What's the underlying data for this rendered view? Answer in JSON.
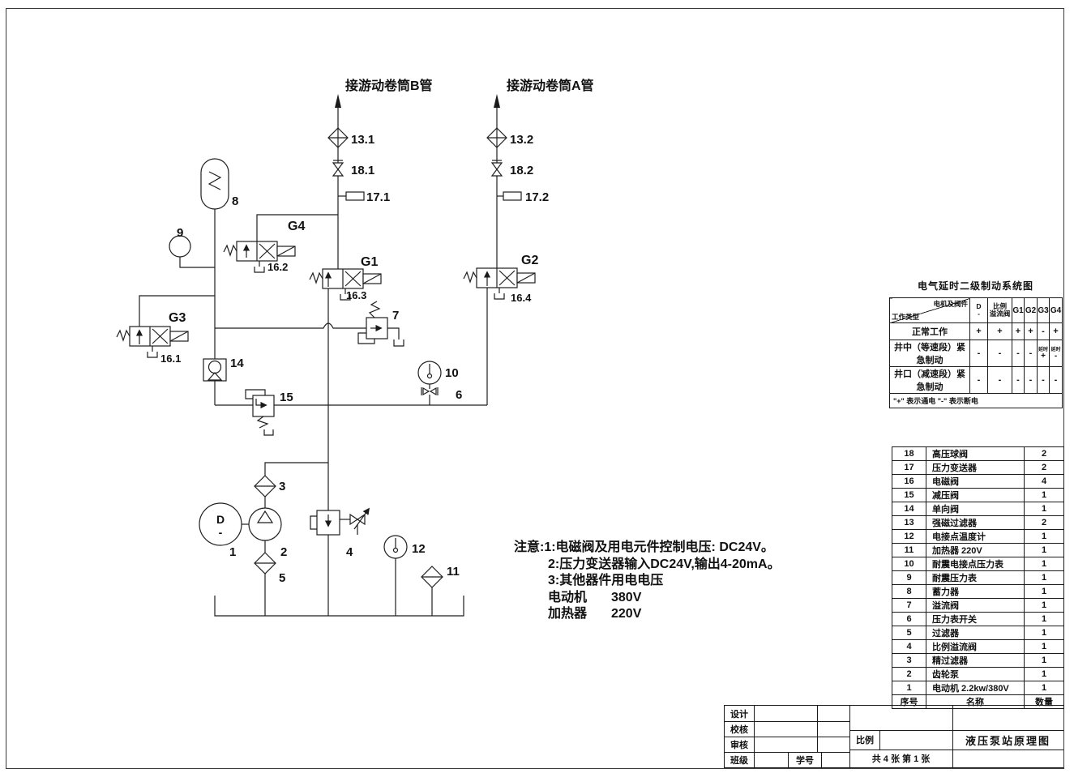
{
  "schematic": {
    "pipe_labels": {
      "b": "接游动卷筒B管",
      "a": "接游动卷筒A管"
    },
    "labels": {
      "f13_1": "13.1",
      "v18_1": "18.1",
      "t17_1": "17.1",
      "f13_2": "13.2",
      "v18_2": "18.2",
      "t17_2": "17.2",
      "g1": "G1",
      "g2": "G2",
      "g3": "G3",
      "g4": "G4",
      "s16_1": "16.1",
      "s16_2": "16.2",
      "s16_3": "16.3",
      "s16_4": "16.4",
      "n1": "1",
      "n2": "2",
      "n3": "3",
      "n4": "4",
      "n5": "5",
      "n6": "6",
      "n7": "7",
      "n8": "8",
      "n9": "9",
      "n10": "10",
      "n11": "11",
      "n12": "12",
      "n14": "14",
      "n15": "15",
      "motor_letter": "D",
      "motor_minus": "-"
    }
  },
  "notes": {
    "line1": "注意:1:电磁阀及用电元件控制电压: DC24V。",
    "line2": "2:压力变送器输入DC24V,输出4-20mA。",
    "line3": "3:其他器件用电电压",
    "motor_label": "电动机",
    "motor_value": "380V",
    "heater_label": "加热器",
    "heater_value": "220V"
  },
  "electric_table": {
    "title": "电气延时二级制动系统图",
    "corner_top": "电机及阀件",
    "corner_bottom": "工作类型",
    "col_headers": [
      "D\n-",
      "比例\n溢流阀",
      "G1",
      "G2",
      "G3",
      "G4"
    ],
    "rows": [
      {
        "label": "正常工作",
        "cells": [
          "+",
          "+",
          "+",
          "+",
          "-",
          "+"
        ]
      },
      {
        "label": "井中（等速段）紧急制动",
        "cells": [
          "-",
          "-",
          "-",
          "-",
          {
            "note": "延时",
            "val": "+"
          },
          {
            "note": "延时",
            "val": "-"
          }
        ]
      },
      {
        "label": "井口（减速段）紧急制动",
        "cells": [
          "-",
          "-",
          "-",
          "-",
          "-",
          "-"
        ]
      }
    ],
    "footer": "\"+\"   表示通电       \"-\"   表示断电"
  },
  "bom": {
    "rows": [
      {
        "no": "18",
        "name": "高压球阀",
        "qty": "2"
      },
      {
        "no": "17",
        "name": "压力变送器",
        "qty": "2"
      },
      {
        "no": "16",
        "name": "电磁阀",
        "qty": "4"
      },
      {
        "no": "15",
        "name": "减压阀",
        "qty": "1"
      },
      {
        "no": "14",
        "name": "单向阀",
        "qty": "1"
      },
      {
        "no": "13",
        "name": "强磁过滤器",
        "qty": "2"
      },
      {
        "no": "12",
        "name": "电接点温度计",
        "qty": "1"
      },
      {
        "no": "11",
        "name": "加热器 220V",
        "qty": "1"
      },
      {
        "no": "10",
        "name": "耐震电接点压力表",
        "qty": "1"
      },
      {
        "no": "9",
        "name": "耐震压力表",
        "qty": "1"
      },
      {
        "no": "8",
        "name": "蓄力器",
        "qty": "1"
      },
      {
        "no": "7",
        "name": "溢流阀",
        "qty": "1"
      },
      {
        "no": "6",
        "name": "压力表开关",
        "qty": "1"
      },
      {
        "no": "5",
        "name": "过滤器",
        "qty": "1"
      },
      {
        "no": "4",
        "name": "比例溢流阀",
        "qty": "1"
      },
      {
        "no": "3",
        "name": "精过滤器",
        "qty": "1"
      },
      {
        "no": "2",
        "name": "齿轮泵",
        "qty": "1"
      },
      {
        "no": "1",
        "name": "电动机 2.2kw/380V",
        "qty": "1"
      }
    ],
    "footer": {
      "no": "序号",
      "name": "名称",
      "qty": "数量"
    }
  },
  "title_block": {
    "design": "设计",
    "check": "校核",
    "review": "审核",
    "class_label": "班级",
    "student_label": "学号",
    "scale_label": "比例",
    "sheet_info": "共 4 张  第 1 张",
    "drawing_title": "液压泵站原理图"
  }
}
